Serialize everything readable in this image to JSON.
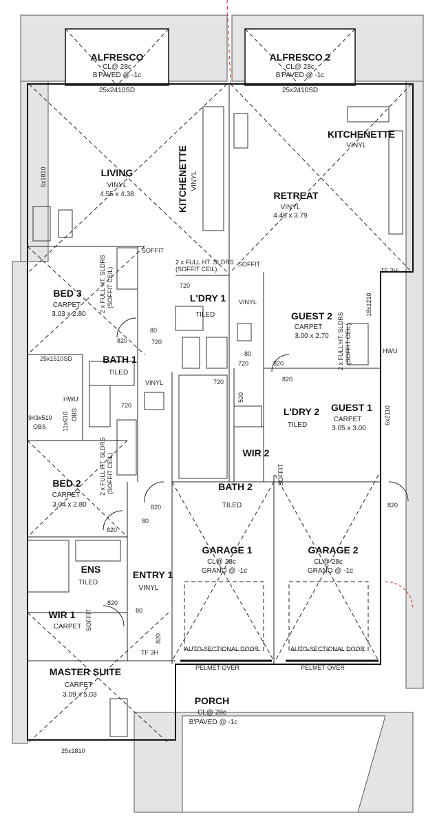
{
  "rooms": [
    {
      "id": "alfresco",
      "name": "ALFRESCO",
      "l1": "CL@ 28c",
      "l2": "B'PAVED @ -1c",
      "l3": "25x2410SD"
    },
    {
      "id": "alfresco2",
      "name": "ALFRESCO 2",
      "l1": "CL@ 28c",
      "l2": "B'PAVED @ -1c",
      "l3": "25x2410SD"
    },
    {
      "id": "kitchenette1",
      "name": "KITCHENETTE",
      "l1": "VINYL"
    },
    {
      "id": "kitchenette2",
      "name": "KITCHENETTE",
      "l1": "VINYL"
    },
    {
      "id": "living",
      "name": "LIVING",
      "l1": "VINYL",
      "l2": "4.55 x 4.38"
    },
    {
      "id": "retreat",
      "name": "RETREAT",
      "l1": "VINYL",
      "l2": "4.48 x 3.79"
    },
    {
      "id": "bed3",
      "name": "BED 3",
      "l1": "CARPET",
      "l2": "3.03 x 2.80"
    },
    {
      "id": "laundry1",
      "name": "L'DRY 1",
      "l1": "TILED"
    },
    {
      "id": "guest2",
      "name": "GUEST 2",
      "l1": "CARPET",
      "l2": "3.00 x 2.70"
    },
    {
      "id": "bath1",
      "name": "BATH 1",
      "l1": "TILED"
    },
    {
      "id": "guest1",
      "name": "GUEST 1",
      "l1": "CARPET",
      "l2": "3.05 x 3.00"
    },
    {
      "id": "laundry2",
      "name": "L'DRY 2",
      "l1": "TILED"
    },
    {
      "id": "wir2",
      "name": "WIR 2"
    },
    {
      "id": "bed2",
      "name": "BED 2",
      "l1": "CARPET",
      "l2": "3.04 x 2.80"
    },
    {
      "id": "bath2",
      "name": "BATH 2",
      "l1": "TILED"
    },
    {
      "id": "garage1",
      "name": "GARAGE 1",
      "l1": "CL@ 28c",
      "l2": "GRANO @ -1c"
    },
    {
      "id": "garage2",
      "name": "GARAGE 2",
      "l1": "CL@ 28c",
      "l2": "GRANO @ -1c"
    },
    {
      "id": "ens",
      "name": "ENS",
      "l1": "TILED"
    },
    {
      "id": "entry1",
      "name": "ENTRY 1",
      "l1": "VINYL"
    },
    {
      "id": "wir1",
      "name": "WIR 1",
      "l1": "CARPET"
    },
    {
      "id": "master",
      "name": "MASTER SUITE",
      "l1": "CARPET",
      "l2": "3.09 x 5.03"
    },
    {
      "id": "porch",
      "name": "PORCH",
      "l1": "CL@ 28c",
      "l2": "B'PAVED @ -1c"
    }
  ],
  "notes": {
    "soffit": "SOFFIT",
    "full_ht_sldrs": "2 x FULL HT. SLDRS",
    "soffit_ceil": "(SOFFIT CEIL)",
    "vinyl": "VINYL",
    "win_6x1810": "6x1810",
    "win_18x1210": "18x1210",
    "win_25x1510sd": "25x1510SD",
    "win_943x510": "943x510",
    "obs": "OBS",
    "win_11x610": "11x610",
    "win_6x2110": "6x2110",
    "win_25x1810": "25x1810",
    "hwu": "HWU",
    "tf3h": "TF 3H",
    "auto_door": "AUTO-SECTIONAL DOOR",
    "pelmet": "PELMET OVER",
    "d720": "720",
    "d820": "820",
    "d80": "80",
    "d520": "520"
  }
}
